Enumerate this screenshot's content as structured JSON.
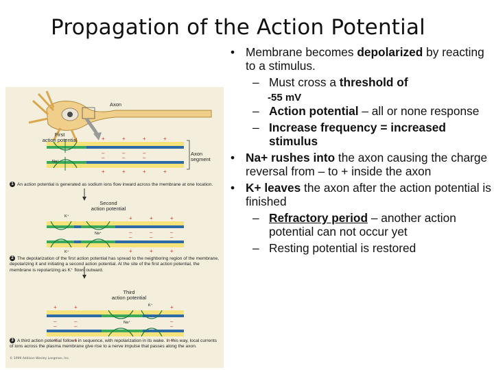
{
  "title": "Propagation of the Action Potential",
  "figure": {
    "label_axon": "Axon",
    "label_first": "First\naction potential",
    "label_axon_segment": "Axon\nsegment",
    "label_second": "Second\naction potential",
    "label_third": "Third\naction potential",
    "ion_na": "Na⁺",
    "ion_k": "K⁺",
    "caption_1": "An action potential is generated as sodium ions flow inward across the membrane at one location.",
    "caption_2": "The depolarization of the first action potential has spread to the neighboring region of the membrane, depolarizing it and initiating a second action potential. At the site of the first action potential, the membrane is repolarizing as K⁺ flows outward.",
    "caption_3": "A third action potential follows in sequence, with repolarization in its wake. In this way, local currents of ions across the plasma membrane give rise to a nerve impulse that passes along the axon.",
    "step_1": "1",
    "step_2": "2",
    "step_3": "3",
    "copyright": "© 1999 Addison Wesley Longman, Inc."
  },
  "bullets": {
    "b1_pre": "Membrane becomes ",
    "b1_bold": "depolarized",
    "b1_post": " by reacting to a stimulus.",
    "b1a_pre": "Must cross a ",
    "b1a_bold": "threshold of",
    "b1a_value": "-55 mV",
    "b1b_bold": "Action potential",
    "b1b_post": " – all or none response",
    "b1c_bold": "Increase frequency = increased stimulus",
    "b2_bold": "Na+ rushes into",
    "b2_post": " the axon causing the charge reversal from – to + inside the axon",
    "b3_bold": "K+ leaves",
    "b3_post": " the axon after the action potential is finished",
    "b3a_under": "Refractory period",
    "b3a_post": " – another action potential can not occur yet",
    "b3b": "Resting potential is restored",
    "bullet_glyph": "•",
    "dash_glyph": "–"
  }
}
